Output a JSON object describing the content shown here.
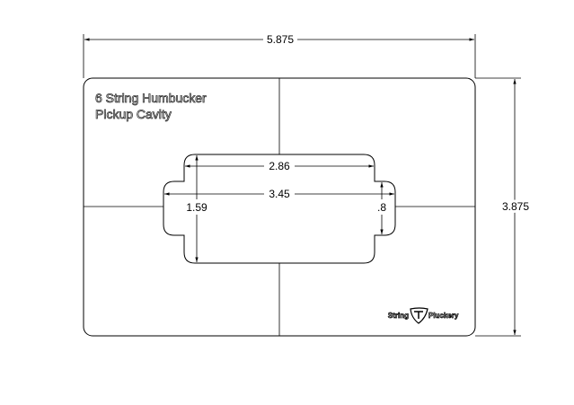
{
  "title": {
    "line1": "6 String Humbucker",
    "line2": "Pickup Cavity"
  },
  "dimensions": {
    "overall_width": "5.875",
    "overall_height": "3.875",
    "body_width": "2.86",
    "ear_width": "3.45",
    "body_height": "1.59",
    "ear_height": ".8"
  },
  "logo": {
    "left": "String",
    "right": "Pluckery"
  }
}
